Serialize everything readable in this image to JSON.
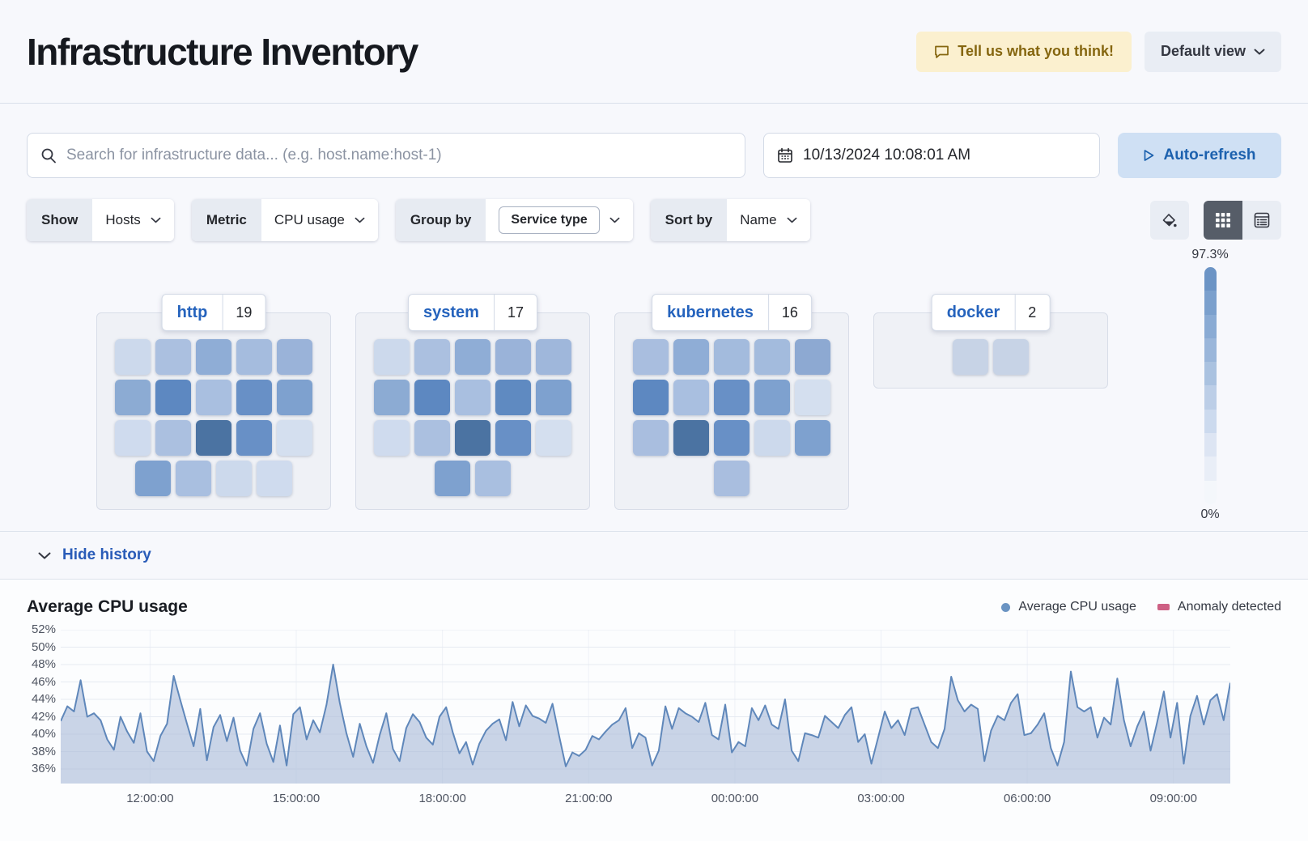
{
  "header": {
    "title": "Infrastructure Inventory",
    "feedback_button": "Tell us what you think!",
    "view_selector": "Default view"
  },
  "toolbar": {
    "search_placeholder": "Search for infrastructure data... (e.g. host.name:host-1)",
    "date_value": "10/13/2024 10:08:01 AM",
    "auto_refresh_label": "Auto-refresh"
  },
  "filters": {
    "show_label": "Show",
    "show_value": "Hosts",
    "metric_label": "Metric",
    "metric_value": "CPU usage",
    "group_by_label": "Group by",
    "group_by_value": "Service type",
    "sort_by_label": "Sort by",
    "sort_by_value": "Name"
  },
  "view_toggle": {
    "grid_icon": "grid-view",
    "table_icon": "table-view"
  },
  "legend_scale": {
    "max_label": "97.3%",
    "min_label": "0%",
    "steps": [
      "#6c94c5",
      "#7ba0cd",
      "#8aabd4",
      "#9ab6da",
      "#aac2e0",
      "#bccee7",
      "#ccdaee",
      "#dde5f3",
      "#e9eef7",
      "#f4f7fb"
    ]
  },
  "groups": [
    {
      "name": "http",
      "count": "19",
      "rows": [
        [
          "#ccd9ec",
          "#abc0e0",
          "#8fadd6",
          "#a5bcde",
          "#9ab3d9"
        ],
        [
          "#8cabd3",
          "#5d88c1",
          "#a9bfe0",
          "#6890c6",
          "#7ea1cf"
        ],
        [
          "#cfdbee",
          "#abc0e0",
          "#4b73a2",
          "#6890c6",
          "#d4dfef"
        ],
        [
          "#7ea1cf",
          "#a9bfe0",
          "#ccd9ec",
          "#cfdbee"
        ]
      ]
    },
    {
      "name": "system",
      "count": "17",
      "rows": [
        [
          "#ccd9ec",
          "#abc0e0",
          "#8fadd6",
          "#9ab3d9",
          "#9fb7db"
        ],
        [
          "#8cabd3",
          "#5d88c1",
          "#a9bfe0",
          "#5f8ac1",
          "#7ea1cf"
        ],
        [
          "#cfdbee",
          "#abc0e0",
          "#4b73a2",
          "#6890c6",
          "#d4dfef"
        ],
        [
          "#7ea1cf",
          "#a9bfe0"
        ]
      ]
    },
    {
      "name": "kubernetes",
      "count": "16",
      "rows": [
        [
          "#a9bedf",
          "#8fadd6",
          "#a3bbdd",
          "#a3bbdd",
          "#8da9d2"
        ],
        [
          "#5d88c1",
          "#a9bfe0",
          "#6890c6",
          "#7ea1cf",
          "#d4dfef"
        ],
        [
          "#a9bedf",
          "#4b73a2",
          "#6890c6",
          "#ccd9ec",
          "#7ea1cf"
        ],
        [
          "#a9bedf"
        ]
      ]
    },
    {
      "name": "docker",
      "count": "2",
      "rows": [
        [
          "#c7d3e6",
          "#c7d3e6"
        ]
      ]
    }
  ],
  "history": {
    "toggle_label": "Hide history"
  },
  "chart_data": {
    "type": "area",
    "title": "Average CPU usage",
    "series_name": "Average CPU usage",
    "legend": [
      {
        "label": "Average CPU usage",
        "color": "#6a94c3",
        "marker": "dot"
      },
      {
        "label": "Anomaly detected",
        "color": "#cd6084",
        "marker": "rect"
      }
    ],
    "line_color": "#5f87ba",
    "fill_color": "#a9bcd9",
    "ylim": [
      36,
      52
    ],
    "y_ticks": [
      "52%",
      "50%",
      "48%",
      "46%",
      "44%",
      "42%",
      "40%",
      "38%",
      "36%"
    ],
    "x_ticks": [
      "12:00:00",
      "15:00:00",
      "18:00:00",
      "21:00:00",
      "00:00:00",
      "03:00:00",
      "06:00:00",
      "09:00:00"
    ],
    "grid": true,
    "legend_position": "top-right",
    "unit": "%",
    "values": [
      41.5,
      43.2,
      42.6,
      46.2,
      42.0,
      42.4,
      41.6,
      39.4,
      38.2,
      42.0,
      40.3,
      39.0,
      42.4,
      38.0,
      36.9,
      39.8,
      41.2,
      46.7,
      43.9,
      41.2,
      38.6,
      42.9,
      37.0,
      40.8,
      42.2,
      39.2,
      41.9,
      38.1,
      36.4,
      40.6,
      42.4,
      38.9,
      36.8,
      41.0,
      36.4,
      42.3,
      43.1,
      39.4,
      41.6,
      40.2,
      43.4,
      48.0,
      43.6,
      40.1,
      37.4,
      41.2,
      38.6,
      36.7,
      39.9,
      42.4,
      38.3,
      36.9,
      40.7,
      42.3,
      41.4,
      39.6,
      38.8,
      42.0,
      43.1,
      40.2,
      37.8,
      39.1,
      36.5,
      38.9,
      40.4,
      41.2,
      41.7,
      39.3,
      43.7,
      40.9,
      43.3,
      42.1,
      41.8,
      41.3,
      43.5,
      39.8,
      36.3,
      37.9,
      37.5,
      38.2,
      39.8,
      39.4,
      40.3,
      41.1,
      41.6,
      43.0,
      38.4,
      40.1,
      39.6,
      36.4,
      38.1,
      43.2,
      40.6,
      43.0,
      42.4,
      42.0,
      41.4,
      43.6,
      39.9,
      39.4,
      43.4,
      37.9,
      39.1,
      38.6,
      43.0,
      41.6,
      43.3,
      41.1,
      40.6,
      44.0,
      38.1,
      36.9,
      40.1,
      39.9,
      39.6,
      42.1,
      41.4,
      40.7,
      42.2,
      43.1,
      39.1,
      40.0,
      36.6,
      39.6,
      42.6,
      40.7,
      41.6,
      39.9,
      42.9,
      43.1,
      41.1,
      39.1,
      38.4,
      40.6,
      46.6,
      43.9,
      42.6,
      43.4,
      42.9,
      36.9,
      40.4,
      42.1,
      41.6,
      43.6,
      44.6,
      39.9,
      40.1,
      41.1,
      42.4,
      38.4,
      36.4,
      39.1,
      47.2,
      43.1,
      42.6,
      43.1,
      39.6,
      41.9,
      41.1,
      46.4,
      41.6,
      38.6,
      40.9,
      42.6,
      38.1,
      41.4,
      44.9,
      39.6,
      43.6,
      36.6,
      42.1,
      44.4,
      41.1,
      43.9,
      44.6,
      41.6,
      45.9
    ]
  }
}
